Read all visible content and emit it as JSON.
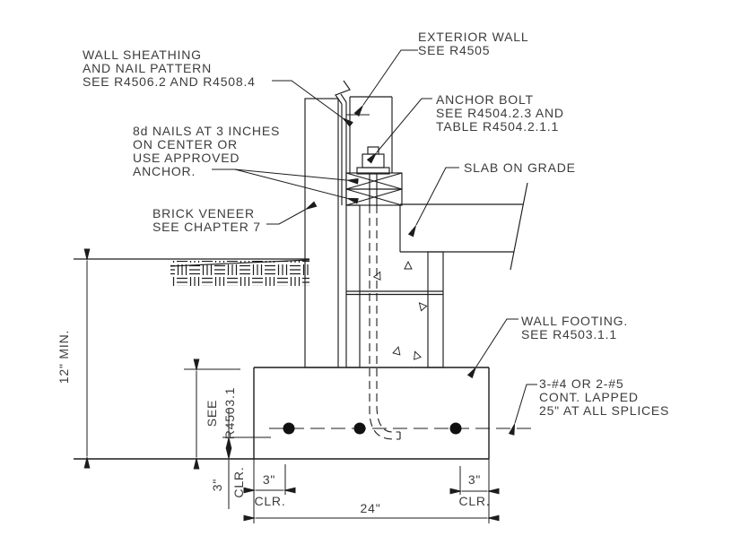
{
  "figure": {
    "labels": {
      "wall_sheathing": {
        "lines": [
          "WALL SHEATHING",
          "AND NAIL PATTERN",
          "SEE R4506.2 AND R4508.4"
        ]
      },
      "exterior_wall": {
        "lines": [
          "EXTERIOR WALL",
          "SEE R4505"
        ]
      },
      "anchor_bolt": {
        "lines": [
          "ANCHOR BOLT",
          "SEE R4504.2.3 AND",
          "TABLE R4504.2.1.1"
        ]
      },
      "slab_on_grade": {
        "lines": [
          "SLAB ON GRADE"
        ]
      },
      "nails": {
        "lines": [
          "8d NAILS AT 3 INCHES",
          "ON CENTER OR",
          "USE APPROVED",
          "ANCHOR."
        ]
      },
      "brick_veneer": {
        "lines": [
          "BRICK VENEER",
          "SEE CHAPTER 7"
        ]
      },
      "wall_footing": {
        "lines": [
          "WALL FOOTING.",
          "SEE R4503.1.1"
        ]
      },
      "rebar": {
        "lines": [
          "3-#4 OR 2-#5",
          "CONT. LAPPED",
          "25\" AT ALL SPLICES"
        ]
      }
    },
    "dimensions": {
      "depth_min": "12\" MIN.",
      "footing_height": {
        "lines": [
          "SEE",
          "R4503.1"
        ]
      },
      "clr_left_vertical": {
        "value": "3\"",
        "label": "CLR."
      },
      "clr_bottom_left": {
        "value": "3\"",
        "label": "CLR."
      },
      "footing_width": "24\"",
      "clr_bottom_right": {
        "value": "3\"",
        "label": "CLR."
      }
    },
    "colors": {
      "line": "#1c1c1c",
      "text": "#3c3c3c",
      "background": "#ffffff"
    }
  }
}
